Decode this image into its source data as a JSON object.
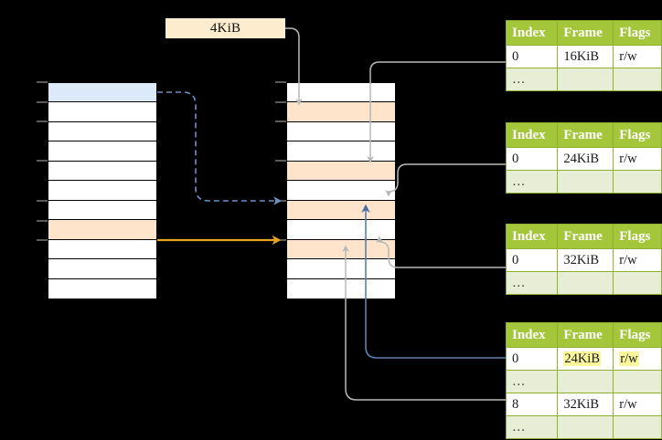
{
  "diagram": {
    "title_label": "4KiB",
    "colors": {
      "header_green": "#a4c63a",
      "row_dim": "#e8eed5",
      "highlight_yellow": "#fbf59b",
      "peach": "#fde4ca",
      "blue": "#dce9f9",
      "orange_arrow": "#e8a317",
      "blue_arrow": "#5b7fb5",
      "gray_arrow": "#b5b5b5"
    }
  },
  "left_column": {
    "name": "virtual-address-space",
    "row_count": 11,
    "rows": [
      {
        "index": 0,
        "fill": "blue",
        "label": ""
      },
      {
        "index": 1,
        "fill": "white",
        "label": ""
      },
      {
        "index": 2,
        "fill": "white",
        "label": ""
      },
      {
        "index": 3,
        "fill": "white",
        "label": ""
      },
      {
        "index": 4,
        "fill": "white",
        "label": ""
      },
      {
        "index": 5,
        "fill": "white",
        "label": ""
      },
      {
        "index": 6,
        "fill": "white",
        "label": ""
      },
      {
        "index": 7,
        "fill": "peach",
        "label": ""
      },
      {
        "index": 8,
        "fill": "white",
        "label": ""
      },
      {
        "index": 9,
        "fill": "white",
        "label": ""
      },
      {
        "index": 10,
        "fill": "white",
        "label": ""
      }
    ]
  },
  "middle_column": {
    "name": "physical-memory",
    "row_count": 11,
    "rows": [
      {
        "index": 0,
        "fill": "white",
        "label": ""
      },
      {
        "index": 1,
        "fill": "peach",
        "label": ""
      },
      {
        "index": 2,
        "fill": "white",
        "label": ""
      },
      {
        "index": 3,
        "fill": "white",
        "label": ""
      },
      {
        "index": 4,
        "fill": "peach",
        "label": ""
      },
      {
        "index": 5,
        "fill": "white",
        "label": ""
      },
      {
        "index": 6,
        "fill": "peach",
        "label": ""
      },
      {
        "index": 7,
        "fill": "white",
        "label": ""
      },
      {
        "index": 8,
        "fill": "peach",
        "label": ""
      },
      {
        "index": 9,
        "fill": "white",
        "label": ""
      },
      {
        "index": 10,
        "fill": "white",
        "label": ""
      }
    ]
  },
  "tables": {
    "headers": [
      "Index",
      "Frame",
      "Flags"
    ],
    "items": [
      {
        "name": "page-table-1",
        "rows": [
          {
            "cells": [
              "0",
              "16KiB",
              "r/w"
            ],
            "style": "normal",
            "highlight": []
          },
          {
            "cells": [
              "…",
              "",
              ""
            ],
            "style": "dim",
            "highlight": []
          }
        ]
      },
      {
        "name": "page-table-2",
        "rows": [
          {
            "cells": [
              "0",
              "24KiB",
              "r/w"
            ],
            "style": "normal",
            "highlight": []
          },
          {
            "cells": [
              "…",
              "",
              ""
            ],
            "style": "dim",
            "highlight": []
          }
        ]
      },
      {
        "name": "page-table-3",
        "rows": [
          {
            "cells": [
              "0",
              "32KiB",
              "r/w"
            ],
            "style": "normal",
            "highlight": []
          },
          {
            "cells": [
              "…",
              "",
              ""
            ],
            "style": "dim",
            "highlight": []
          }
        ]
      },
      {
        "name": "page-table-4",
        "rows": [
          {
            "cells": [
              "0",
              "24KiB",
              "r/w"
            ],
            "style": "normal",
            "highlight": [
              1,
              2
            ]
          },
          {
            "cells": [
              "…",
              "",
              ""
            ],
            "style": "dim",
            "highlight": []
          },
          {
            "cells": [
              "8",
              "32KiB",
              "r/w"
            ],
            "style": "normal",
            "highlight": []
          },
          {
            "cells": [
              "…",
              "",
              ""
            ],
            "style": "dim",
            "highlight": []
          }
        ]
      }
    ]
  }
}
